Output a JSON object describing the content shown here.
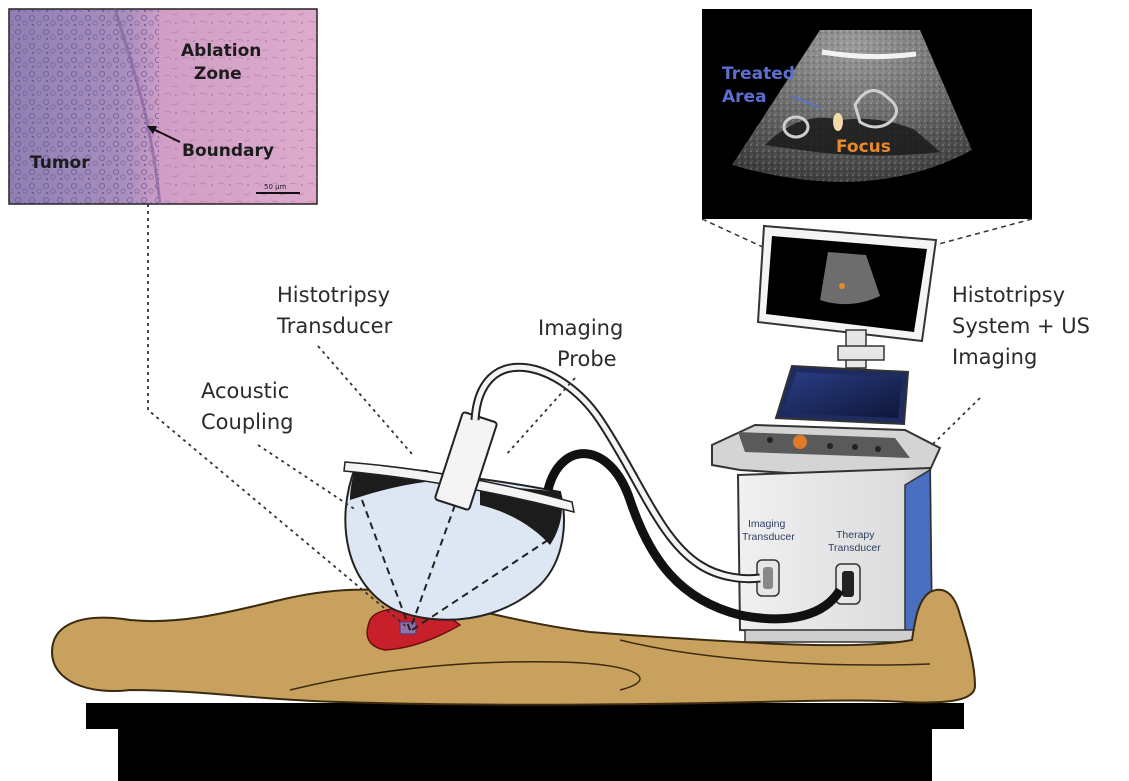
{
  "histology": {
    "ablation_zone_line1": "Ablation",
    "ablation_zone_line2": "Zone",
    "boundary": "Boundary",
    "tumor": "Tumor",
    "scale_bar": "50 µm"
  },
  "ultrasound": {
    "treated_area_line1": "Treated",
    "treated_area_line2": "Area",
    "focus": "Focus"
  },
  "labels": {
    "histotripsy_transducer_line1": "Histotripsy",
    "histotripsy_transducer_line2": "Transducer",
    "imaging_probe_line1": "Imaging",
    "imaging_probe_line2": "Probe",
    "acoustic_coupling_line1": "Acoustic",
    "acoustic_coupling_line2": "Coupling",
    "system_line1": "Histotripsy",
    "system_line2": "System + US",
    "system_line3": "Imaging"
  },
  "cart": {
    "imaging_port_line1": "Imaging",
    "imaging_port_line2": "Transducer",
    "therapy_port_line1": "Therapy",
    "therapy_port_line2": "Transducer"
  },
  "colors": {
    "skin": "#c9a15e",
    "skin_outline": "#3a2a10",
    "tumor": "#c8202a",
    "coupling": "#dde6f3",
    "histology_pink": "#d9a6c8",
    "histology_purple": "#9a84b8",
    "treated_label": "#5b6fd0",
    "focus_label": "#e88a2a",
    "cart_accent": "#4a6fc0"
  }
}
